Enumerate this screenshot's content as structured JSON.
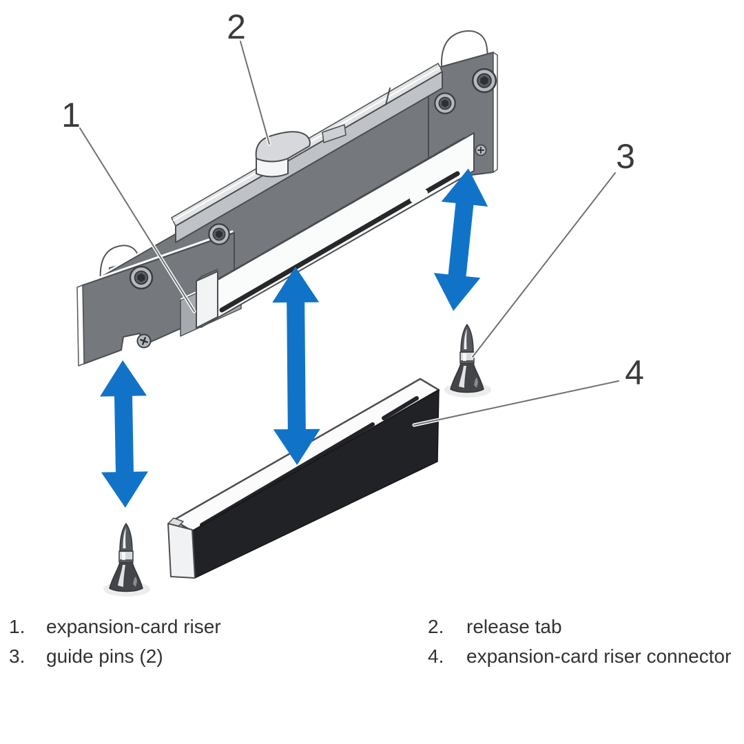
{
  "callouts": [
    "1",
    "2",
    "3",
    "4"
  ],
  "legend": {
    "items": [
      {
        "number": "1.",
        "label": "expansion-card riser"
      },
      {
        "number": "2.",
        "label": "release tab"
      },
      {
        "number": "3.",
        "label": "guide pins (2)"
      },
      {
        "number": "4.",
        "label": "expansion-card riser connector"
      }
    ]
  },
  "colors": {
    "arrow_blue": "#1173c8",
    "plate_gray": "#75797e",
    "rail_gray": "#bfc2c6",
    "light_gray": "#e2e4e6",
    "connector_black": "#212226",
    "outline": "#4a4d50",
    "leader_gray": "#6e7072",
    "legend_text": "#303234",
    "callout_text": "#3a3b3d"
  }
}
